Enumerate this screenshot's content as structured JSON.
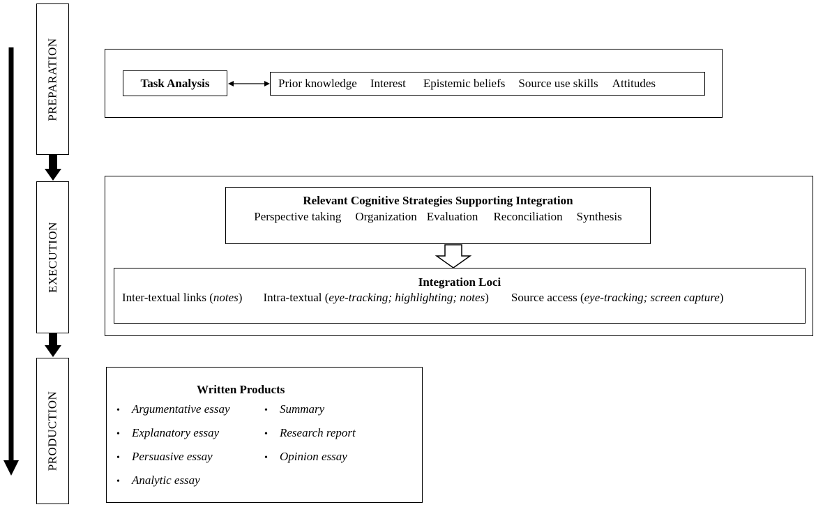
{
  "phases": {
    "preparation": "PREPARATION",
    "execution": "EXECUTION",
    "production": "PRODUCTION"
  },
  "preparation": {
    "task_analysis": "Task Analysis",
    "factors": [
      "Prior knowledge",
      "Interest",
      "Epistemic beliefs",
      "Source use skills",
      "Attitudes"
    ]
  },
  "execution": {
    "strategies_title": "Relevant Cognitive Strategies Supporting Integration",
    "strategies": [
      "Perspective taking",
      "Organization",
      "Evaluation",
      "Reconciliation",
      "Synthesis"
    ],
    "loci_title": "Integration Loci",
    "loci": {
      "inter_prefix": "Inter-textual links (",
      "inter_method": "notes",
      "inter_suffix": ")",
      "intra_prefix": "Intra-textual (",
      "intra_method": "eye-tracking; highlighting; notes",
      "intra_suffix": ")",
      "source_prefix": "Source access (",
      "source_method": "eye-tracking; screen capture",
      "source_suffix": ")"
    }
  },
  "production": {
    "title": "Written Products",
    "left": [
      "Argumentative essay",
      "Explanatory essay",
      "Persuasive essay",
      "Analytic essay"
    ],
    "right": [
      "Summary",
      "Research report",
      "Opinion essay"
    ],
    "bullet": "•"
  }
}
